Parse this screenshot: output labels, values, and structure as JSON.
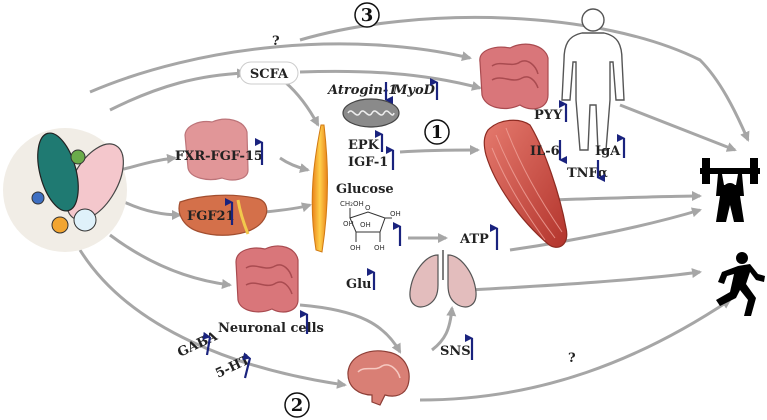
{
  "labels": {
    "scfa": "SCFA",
    "question_top": "?",
    "question_bottom": "?",
    "fxr": "FXR-FGF-15",
    "fgf21": "FGF21",
    "atrogin": "Atrogin-1",
    "myod": "MyoD",
    "epk": "EPK",
    "igf1": "IGF-1",
    "glucose": "Glucose",
    "atp": "ATP",
    "glu": "Glu",
    "neuronal": "Neuronal cells",
    "gaba": "GABA",
    "ht5": "5-HT",
    "sns": "SNS",
    "pyy": "PYY",
    "il6": "IL-6",
    "iga": "IgA",
    "tnfa": "TNFα"
  },
  "glucose_structure": {
    "ch2oh": "CH₂OH",
    "o": "O",
    "oh": "OH"
  },
  "pathway_numbers": {
    "one": "1",
    "two": "2",
    "three": "3"
  },
  "colors": {
    "arrow_gray": "#a6a6a6",
    "up_down_arrow": "#1a237e",
    "intestine": "#d9767a",
    "liver": "#d4704a",
    "muscle": "#c9463d",
    "lung": "#e3bdbd",
    "brain": "#d97f75",
    "bacteria_teal": "#1f7a72",
    "bacteria_pink": "#f4c7cc",
    "bacteria_green": "#6aab4a",
    "bacteria_blue": "#3e6fc2",
    "bacteria_orange": "#f2a531",
    "bacteria_lightblue": "#dff1fa",
    "orange_spindle": "#f5a623"
  },
  "icons": [
    "bacteria-cluster-icon",
    "intestine-icon",
    "liver-icon",
    "mitochondria-icon",
    "muscle-icon",
    "lungs-icon",
    "brain-icon",
    "human-body-icon",
    "weightlifter-icon",
    "runner-icon"
  ]
}
